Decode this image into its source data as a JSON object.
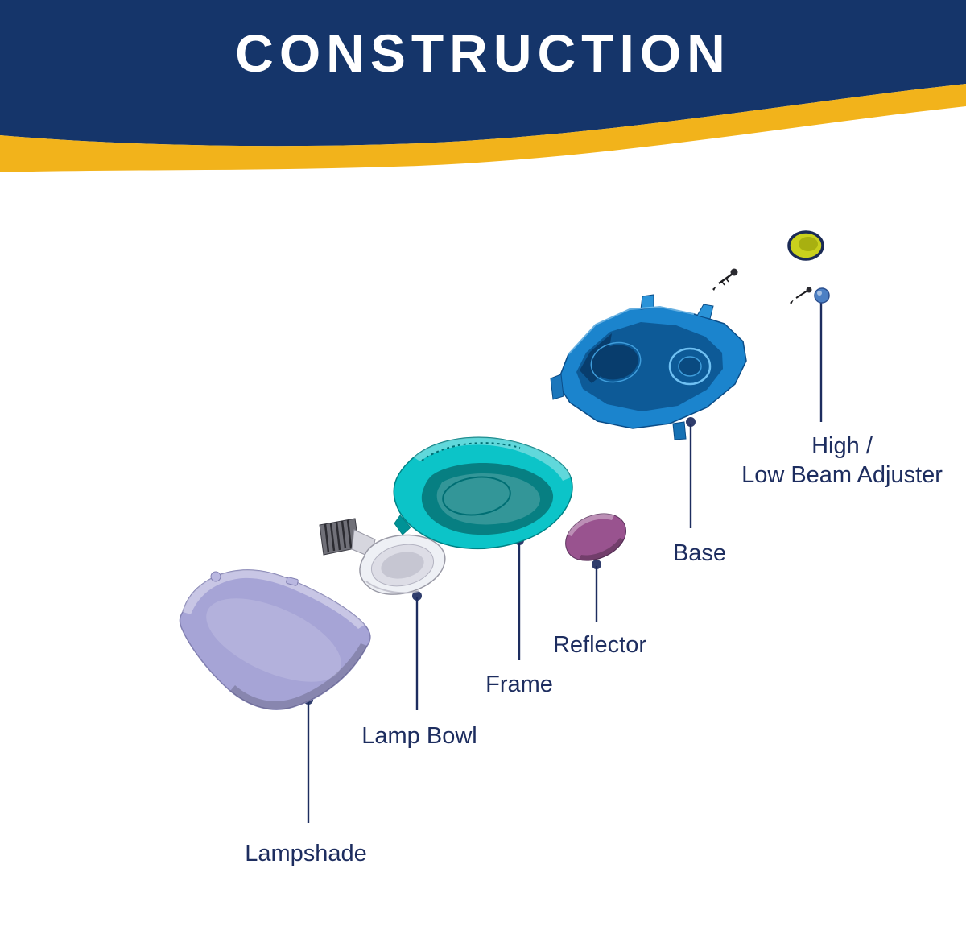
{
  "header": {
    "title": "CONSTRUCTION",
    "navy_color": "#15356a",
    "gold_color": "#f2b31b"
  },
  "leader_color": "#1d2d5f",
  "parts": {
    "lampshade": {
      "label": "Lampshade",
      "color": "#a6a4d6"
    },
    "lamp_bowl": {
      "label": "Lamp Bowl",
      "color": "#eef0f5"
    },
    "frame": {
      "label": "Frame",
      "color": "#0cc4c8"
    },
    "reflector": {
      "label": "Reflector",
      "color": "#99538f"
    },
    "base": {
      "label": "Base",
      "color": "#1b84cd"
    },
    "adjuster": {
      "label_line1": "High /",
      "label_line2": "Low Beam Adjuster",
      "color": "#c9d01d"
    }
  }
}
